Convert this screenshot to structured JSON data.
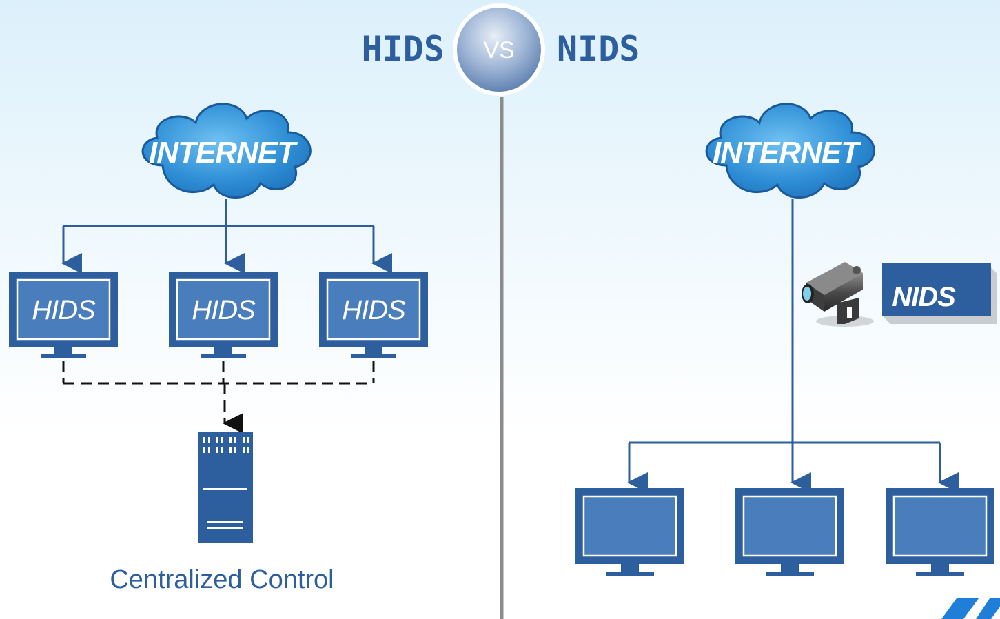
{
  "title": {
    "left": "HIDS",
    "center": "VS",
    "right": "NIDS"
  },
  "hids_side": {
    "cloud_label": "INTERNET",
    "hosts": [
      {
        "label": "HIDS"
      },
      {
        "label": "HIDS"
      },
      {
        "label": "HIDS"
      }
    ],
    "server_caption": "Centralized Control"
  },
  "nids_side": {
    "cloud_label": "INTERNET",
    "sensor_label": "NIDS",
    "hosts": [
      {},
      {},
      {}
    ]
  },
  "colors": {
    "primary": "#2d5f9e",
    "monitor_screen": "#4a7dbb",
    "cloud": "#2f8fd6",
    "divider": "#8c8c8c"
  }
}
